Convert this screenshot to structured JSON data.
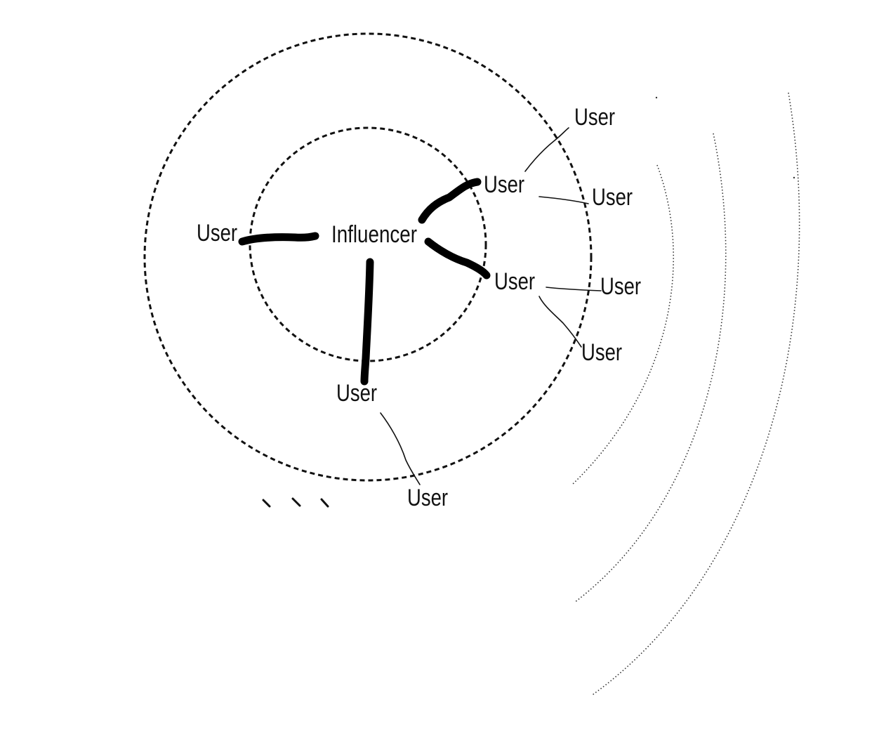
{
  "diagram": {
    "center_label": "Influencer",
    "inner_users": [
      {
        "id": "user-left",
        "label": "User"
      },
      {
        "id": "user-upper-right",
        "label": "User"
      },
      {
        "id": "user-right",
        "label": "User"
      },
      {
        "id": "user-bottom",
        "label": "User"
      }
    ],
    "outer_users": [
      {
        "id": "user-outer-1",
        "label": "User"
      },
      {
        "id": "user-outer-2",
        "label": "User"
      },
      {
        "id": "user-outer-3",
        "label": "User"
      },
      {
        "id": "user-outer-4",
        "label": "User"
      },
      {
        "id": "user-outer-5",
        "label": "User"
      }
    ],
    "ellipsis": "\\ \\ \\"
  }
}
